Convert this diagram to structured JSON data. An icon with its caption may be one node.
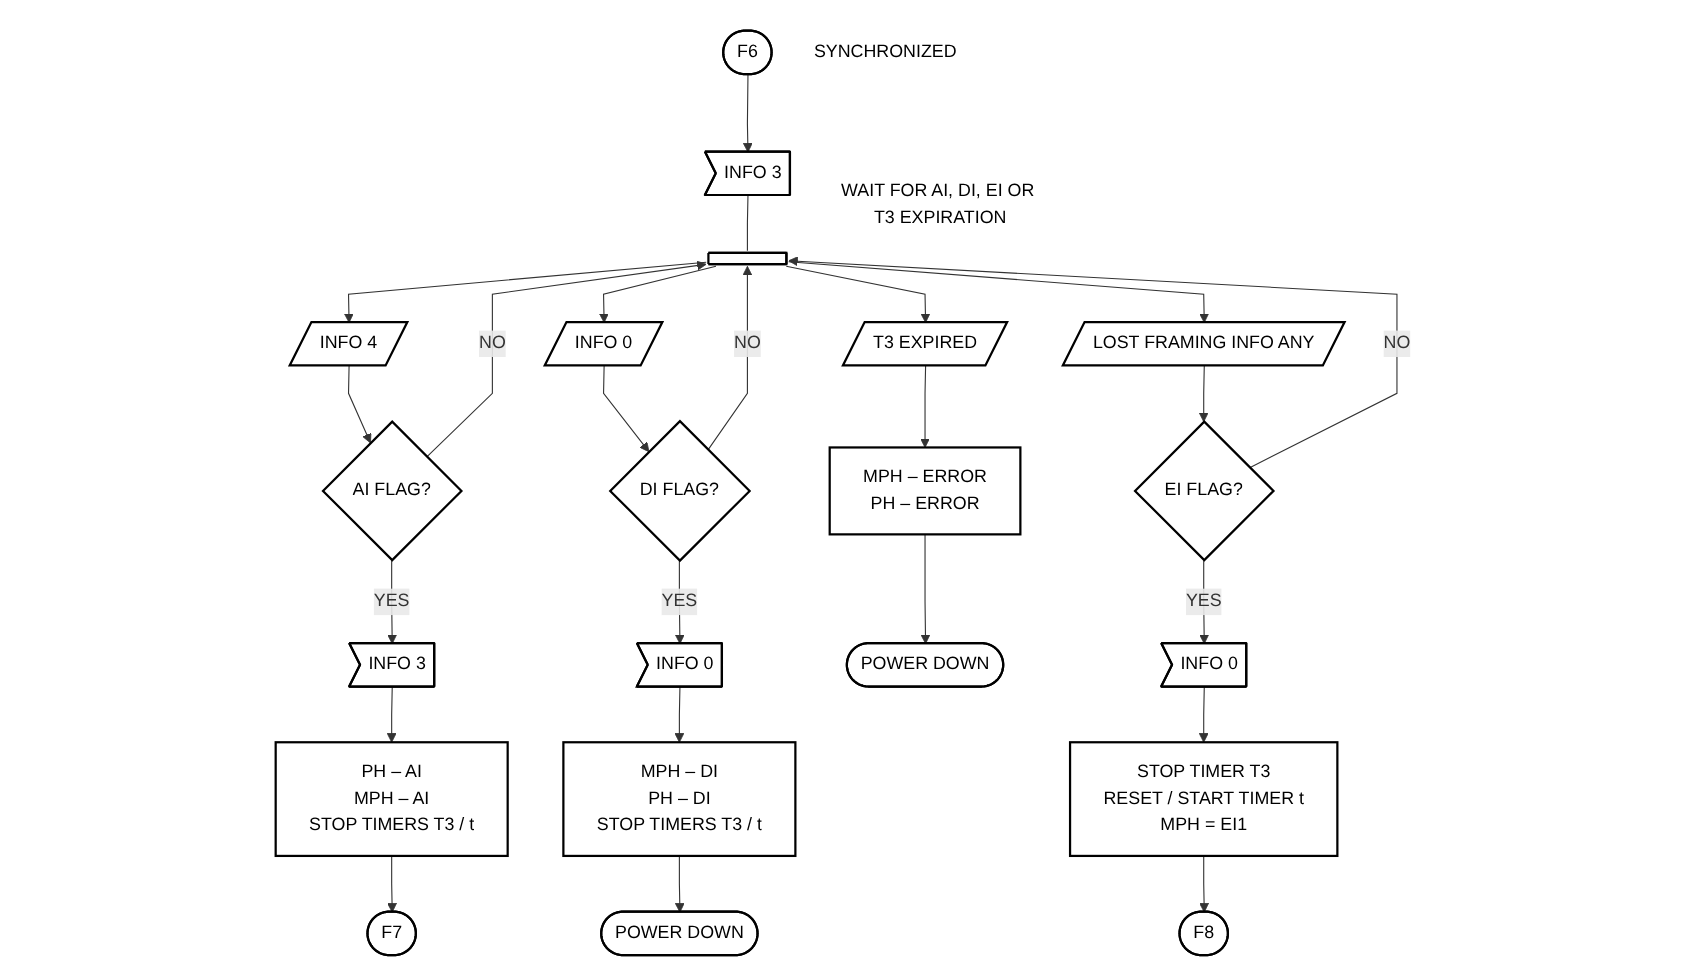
{
  "diagram": {
    "nodes": [
      {
        "text": [
          "F6"
        ],
        "beside": [
          "SYNCHRONIZED"
        ]
      },
      {
        "text": [
          "INFO 3"
        ]
      },
      {
        "text": [],
        "shape": "bar",
        "beside": [
          "WAIT FOR AI, DI, EI OR T3 EXPIRATION"
        ]
      },
      {
        "text": [
          "INFO 4"
        ]
      },
      {
        "text": [
          "AI FLAG?"
        ]
      },
      {
        "text": [
          "INFO 3"
        ]
      },
      {
        "text": [
          "PH – AI",
          "MPH – AI",
          "STOP TIMERS T3 / t"
        ]
      },
      {
        "text": [
          "F7"
        ]
      },
      {
        "text": [
          "INFO 0"
        ]
      },
      {
        "text": [
          "DI FLAG?"
        ]
      },
      {
        "text": [
          "INFO 0"
        ]
      },
      {
        "text": [
          "MPH – DI",
          "PH – DI",
          "STOP TIMERS T3 / t"
        ]
      },
      {
        "text": [
          "POWER DOWN"
        ]
      },
      {
        "text": [
          "T3 EXPIRED"
        ]
      },
      {
        "text": [
          "MPH – ERROR",
          "PH – ERROR"
        ]
      },
      {
        "text": [
          "POWER DOWN"
        ]
      },
      {
        "text": [
          "LOST FRAMING INFO ANY"
        ]
      },
      {
        "text": [
          "EI FLAG?"
        ]
      },
      {
        "text": [
          "INFO 0"
        ]
      },
      {
        "text": [
          "STOP TIMER T3",
          "RESET / START TIMER t",
          "MPH = EI1"
        ]
      },
      {
        "text": [
          "F8"
        ]
      }
    ],
    "edges": [
      {
        "from": 0,
        "to": 1,
        "arrow": "to"
      },
      {
        "from": 1,
        "to": 2,
        "arrow": "none"
      },
      {
        "from": 2,
        "to": 3,
        "arrow": "to"
      },
      {
        "from": 2,
        "to": 8,
        "arrow": "to"
      },
      {
        "from": 2,
        "to": 13,
        "arrow": "to"
      },
      {
        "from": 2,
        "to": 16,
        "arrow": "to"
      },
      {
        "from": 3,
        "to": 4,
        "arrow": "to"
      },
      {
        "from": 4,
        "to": 2,
        "label": "NO",
        "arrow": "to"
      },
      {
        "from": 4,
        "to": 5,
        "label": "YES",
        "arrow": "to"
      },
      {
        "from": 5,
        "to": 6,
        "arrow": "to"
      },
      {
        "from": 6,
        "to": 7,
        "arrow": "to"
      },
      {
        "from": 8,
        "to": 9,
        "arrow": "to"
      },
      {
        "from": 9,
        "to": 2,
        "label": "NO",
        "arrow": "to"
      },
      {
        "from": 9,
        "to": 10,
        "label": "YES",
        "arrow": "to"
      },
      {
        "from": 10,
        "to": 11,
        "arrow": "to"
      },
      {
        "from": 11,
        "to": 12,
        "arrow": "to"
      },
      {
        "from": 13,
        "to": 14,
        "arrow": "to"
      },
      {
        "from": 14,
        "to": 15,
        "arrow": "to"
      },
      {
        "from": 16,
        "to": 17,
        "arrow": "to"
      },
      {
        "from": 17,
        "to": 2,
        "label": "NO",
        "arrow": "to"
      },
      {
        "from": 17,
        "to": 18,
        "label": "YES",
        "arrow": "to"
      },
      {
        "from": 18,
        "to": 19,
        "arrow": "to"
      },
      {
        "from": 19,
        "to": 20,
        "arrow": "to"
      }
    ]
  }
}
